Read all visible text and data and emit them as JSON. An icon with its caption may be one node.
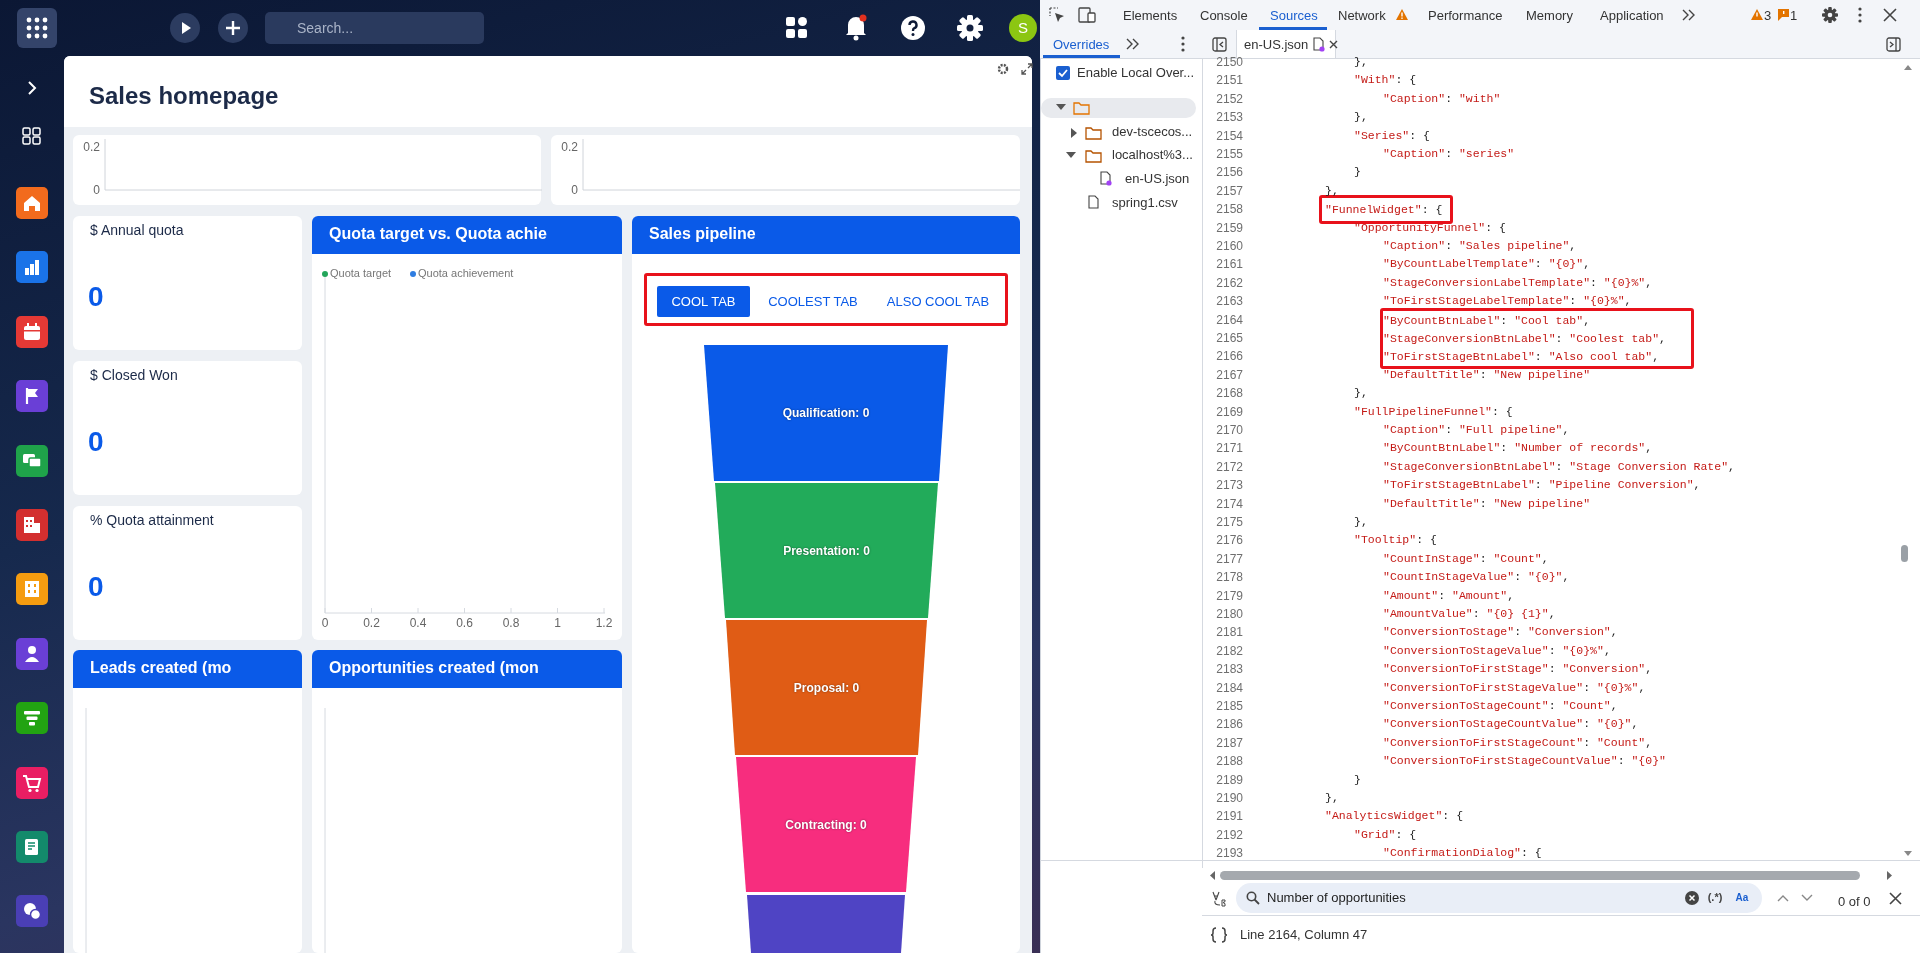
{
  "diagram": {
    "nodes": [
      {
        "text": [
          "Search..."
        ]
      },
      {
        "text": [
          "S"
        ]
      },
      {
        "text": [
          "Sales homepage"
        ]
      },
      {
        "text": [
          "0.2",
          "0"
        ],
        "in": 2
      },
      {
        "text": [
          "0.2",
          "0"
        ],
        "in": 2
      },
      {
        "text": [
          "$ Annual quota",
          "0"
        ],
        "in": 2
      },
      {
        "text": [
          "$ Closed Won",
          "0"
        ],
        "in": 2
      },
      {
        "text": [
          "% Quota attainment",
          "0"
        ],
        "in": 2
      },
      {
        "text": [
          "Quota target vs. Quota achie",
          "0",
          "0.2",
          "0.4",
          "0.6",
          "0.8",
          "1",
          "1.2"
        ],
        "in": 2
      },
      {
        "text": [
          "Sales pipeline"
        ],
        "in": 2
      },
      {
        "text": [],
        "shape": "box",
        "in": 9
      },
      {
        "text": [
          "COOL TAB"
        ],
        "in": 10
      },
      {
        "text": [
          "COOLEST TAB"
        ],
        "in": 10
      },
      {
        "text": [
          "ALSO COOL TAB"
        ],
        "in": 10
      },
      {
        "text": [
          "Qualification: 0"
        ],
        "in": 9
      },
      {
        "text": [
          "Presentation: 0"
        ],
        "in": 9
      },
      {
        "text": [
          "Proposal: 0"
        ],
        "in": 9
      },
      {
        "text": [
          "Contracting: 0"
        ],
        "in": 9
      },
      {
        "text": [],
        "shape": "bar",
        "in": 9
      },
      {
        "text": [
          "Leads created (mo"
        ],
        "in": 2
      },
      {
        "text": [
          "Opportunities created (mon"
        ],
        "in": 2
      },
      {
        "text": [
          "\"FunnelWidget\": {"
        ]
      },
      {
        "text": [
          "\"ByCountBtnLabel\": \"Cool tab\",",
          "\"StageConversionBtnLabel\": \"Coolest tab\",",
          "\"ToFirstStageBtnLabel\": \"Also cool tab\","
        ]
      },
      {
        "text": [
          "Number of opportunities",
          "(.*)",
          "Aa"
        ]
      }
    ],
    "labels": [
      "Elements",
      "Console",
      "Sources",
      "Network",
      "Performance",
      "Memory",
      "Application",
      "3",
      "1",
      "Overrides",
      "en-US.json",
      "Enable Local Over...",
      "dev-tscecos...",
      "localhost%3...",
      "en-US.json",
      "spring1.csv",
      "2150",
      "},",
      "2151",
      "\"With\": {",
      "2152",
      "\"Caption\": \"with\"",
      "2153",
      "},",
      "2154",
      "\"Series\": {",
      "2155",
      "\"Caption\": \"series\"",
      "2156",
      "}",
      "2157",
      "},",
      "2158",
      "2159",
      "\"OpportunityFunnel\": {",
      "2160",
      "\"Caption\": \"Sales pipeline\",",
      "2161",
      "\"ByCountLabelTemplate\": \"{0}\",",
      "2162",
      "\"StageConversionLabelTemplate\": \"{0}%\",",
      "2163",
      "\"ToFirstStageLabelTemplate\": \"{0}%\",",
      "2164",
      "2165",
      "2166",
      "2167",
      "\"DefaultTitle\": \"New pipeline\"",
      "2168",
      "},",
      "2169",
      "\"FullPipelineFunnel\": {",
      "2170",
      "\"Caption\": \"Full pipeline\",",
      "2171",
      "\"ByCountBtnLabel\": \"Number of records\",",
      "2172",
      "\"StageConversionBtnLabel\": \"Stage Conversion Rate\",",
      "2173",
      "\"ToFirstStageBtnLabel\": \"Pipeline Conversion\",",
      "2174",
      "\"DefaultTitle\": \"New pipeline\"",
      "2175",
      "},",
      "2176",
      "\"Tooltip\": {",
      "2177",
      "\"CountInStage\": \"Count\",",
      "2178",
      "\"CountInStageValue\": \"{0}\",",
      "2179",
      "\"Amount\": \"Amount\",",
      "2180",
      "\"AmountValue\": \"{0} {1}\",",
      "2181",
      "\"ConversionToStage\": \"Conversion\",",
      "2182",
      "\"ConversionToStageValue\": \"{0}%\",",
      "2183",
      "\"ConversionToFirstStage\": \"Conversion\",",
      "2184",
      "\"ConversionToFirstStageValue\": \"{0}%\",",
      "2185",
      "\"ConversionToStageCount\": \"Count\",",
      "2186",
      "\"ConversionToStageCountValue\": \"{0}\",",
      "2187",
      "\"ConversionToFirstStageCount\": \"Count\",",
      "2188",
      "\"ConversionToFirstStageCountValue\": \"{0}\"",
      "2189",
      "}",
      "2190",
      "},",
      "2191",
      "\"AnalyticsWidget\": {",
      "2192",
      "\"Grid\": {",
      "2193",
      "\"ConfirmationDialog\": {",
      "0 of 0",
      "Line 2164, Column 47"
    ],
    "legend": [
      {
        "text": "Quota target",
        "color": "#23a55a"
      },
      {
        "text": "Quota achievement",
        "color": "#2f7de1"
      }
    ]
  }
}
